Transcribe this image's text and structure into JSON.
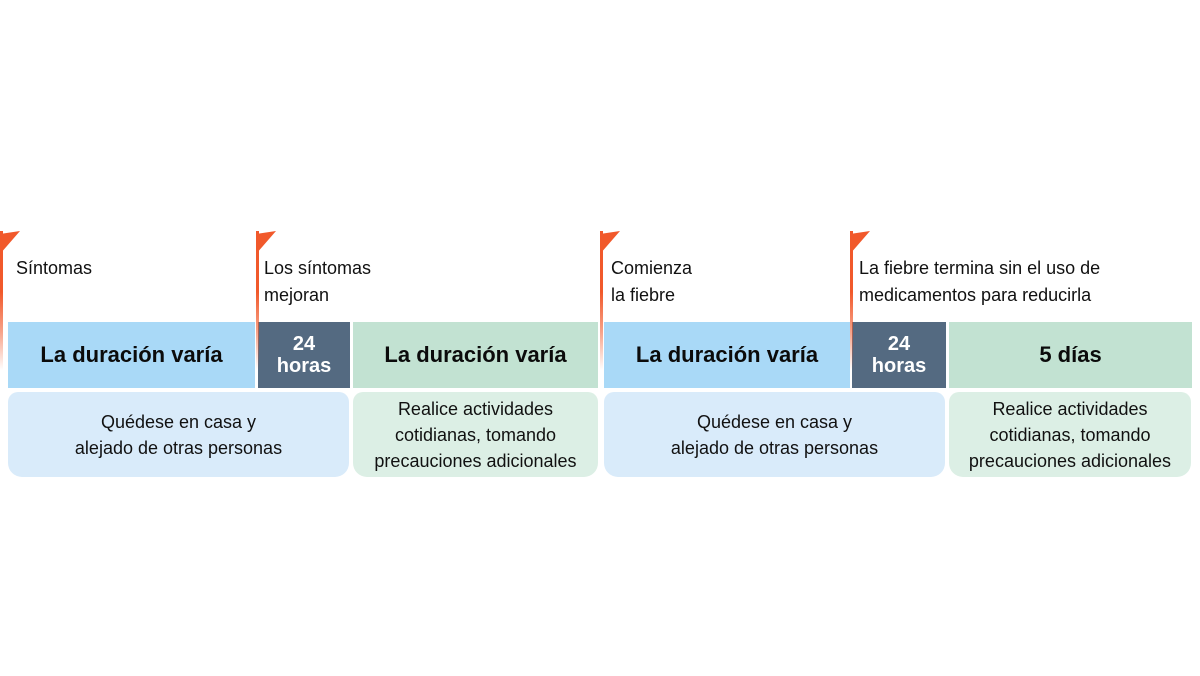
{
  "colors": {
    "accent_orange": "#F1592B",
    "bar_blue": "#A9D9F7",
    "bar_slate": "#546A81",
    "bar_green": "#C2E2D2",
    "action_blue": "#D9EBFA",
    "action_green": "#DCEFE5",
    "text_dark": "#111111",
    "text_light": "#FFFFFF"
  },
  "timeline": {
    "events": [
      {
        "label": "Síntomas"
      },
      {
        "label": "Los síntomas\nmejoran"
      },
      {
        "label": "Comienza\nla fiebre"
      },
      {
        "label": "La fiebre termina sin el uso de\nmedicamentos para reducirla"
      }
    ],
    "segments": [
      {
        "label": "La duración varía",
        "type": "blue"
      },
      {
        "label": "24\nhoras",
        "type": "slate"
      },
      {
        "label": "La duración varía",
        "type": "green"
      },
      {
        "label": "La duración varía",
        "type": "blue"
      },
      {
        "label": "24\nhoras",
        "type": "slate"
      },
      {
        "label": "5 días",
        "type": "green"
      }
    ],
    "actions": [
      {
        "text": "Quédese en casa y\nalejado de otras personas",
        "type": "blue"
      },
      {
        "text": "Realice actividades\ncotidianas, tomando\nprecauciones adicionales",
        "type": "green"
      },
      {
        "text": "Quédese en casa y\nalejado de otras personas",
        "type": "blue"
      },
      {
        "text": "Realice actividades\ncotidianas, tomando\nprecauciones adicionales",
        "type": "green"
      }
    ]
  }
}
